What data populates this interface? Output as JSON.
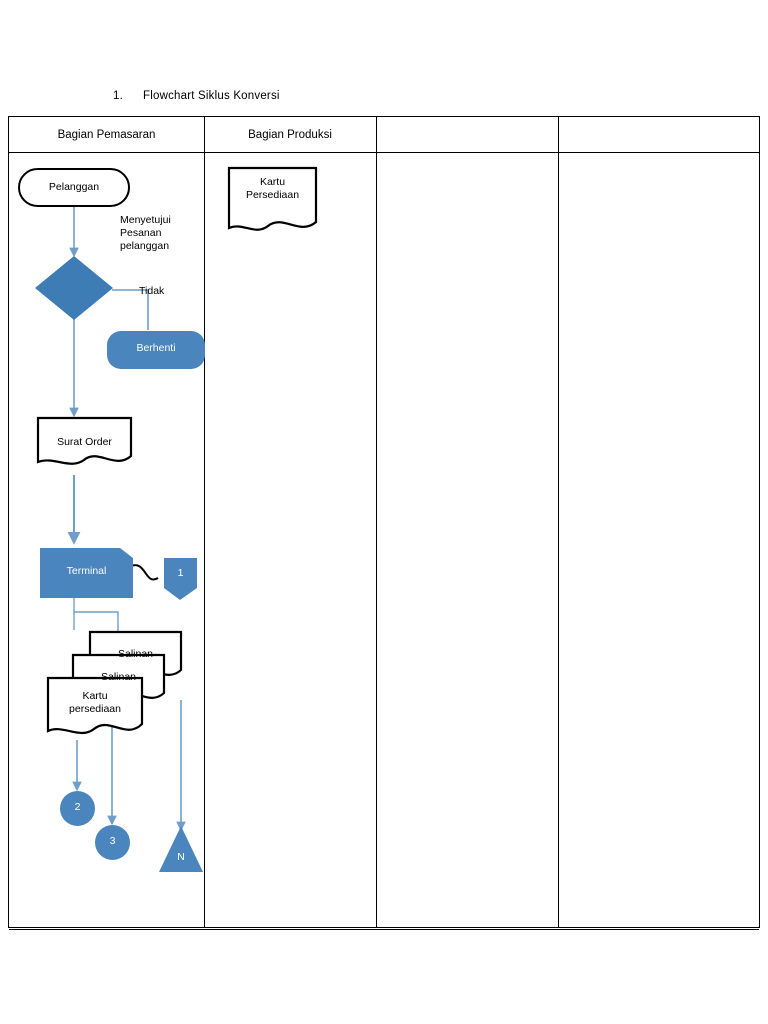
{
  "page": {
    "title_number": "1.",
    "title_text": "Flowchart Siklus Konversi"
  },
  "table": {
    "columns": [
      {
        "header": "Bagian Pemasaran"
      },
      {
        "header": "Bagian Produksi"
      },
      {
        "header": ""
      },
      {
        "header": ""
      }
    ]
  },
  "diagram": {
    "nodes": [
      {
        "id": "pelanggan",
        "type": "terminator",
        "label": "Pelanggan"
      },
      {
        "id": "decision",
        "type": "decision",
        "label": ""
      },
      {
        "id": "berhenti",
        "type": "stadium",
        "label": "Berhenti"
      },
      {
        "id": "surat-order",
        "type": "document",
        "label": "Surat Order"
      },
      {
        "id": "terminal",
        "type": "process-para",
        "label": "Terminal"
      },
      {
        "id": "connector-1",
        "type": "pentagon-connector",
        "label": "1"
      },
      {
        "id": "salinan-2",
        "type": "document",
        "label": "Salinan"
      },
      {
        "id": "salinan-1",
        "type": "document",
        "label": "Salinan"
      },
      {
        "id": "kartu-persediaan",
        "type": "document",
        "label": "Kartu\npersediaan"
      },
      {
        "id": "connector-2",
        "type": "circle-connector",
        "label": "2"
      },
      {
        "id": "connector-3",
        "type": "circle-connector",
        "label": "3"
      },
      {
        "id": "connector-n",
        "type": "triangle-connector",
        "label": "N"
      },
      {
        "id": "kartu-persediaan-produksi",
        "type": "document",
        "label": "Kartu\nPersediaan"
      }
    ],
    "edge_labels": [
      {
        "id": "menyetujui",
        "text": "Menyetujui\nPesanan\npelanggan"
      },
      {
        "id": "tidak",
        "text": "Tidak"
      }
    ],
    "colors": {
      "fill_blue": "#4a86bd",
      "fill_blue_dark": "#3d7cb5",
      "stroke_black": "#000000",
      "arrow_blue": "#6f9fc8"
    }
  }
}
